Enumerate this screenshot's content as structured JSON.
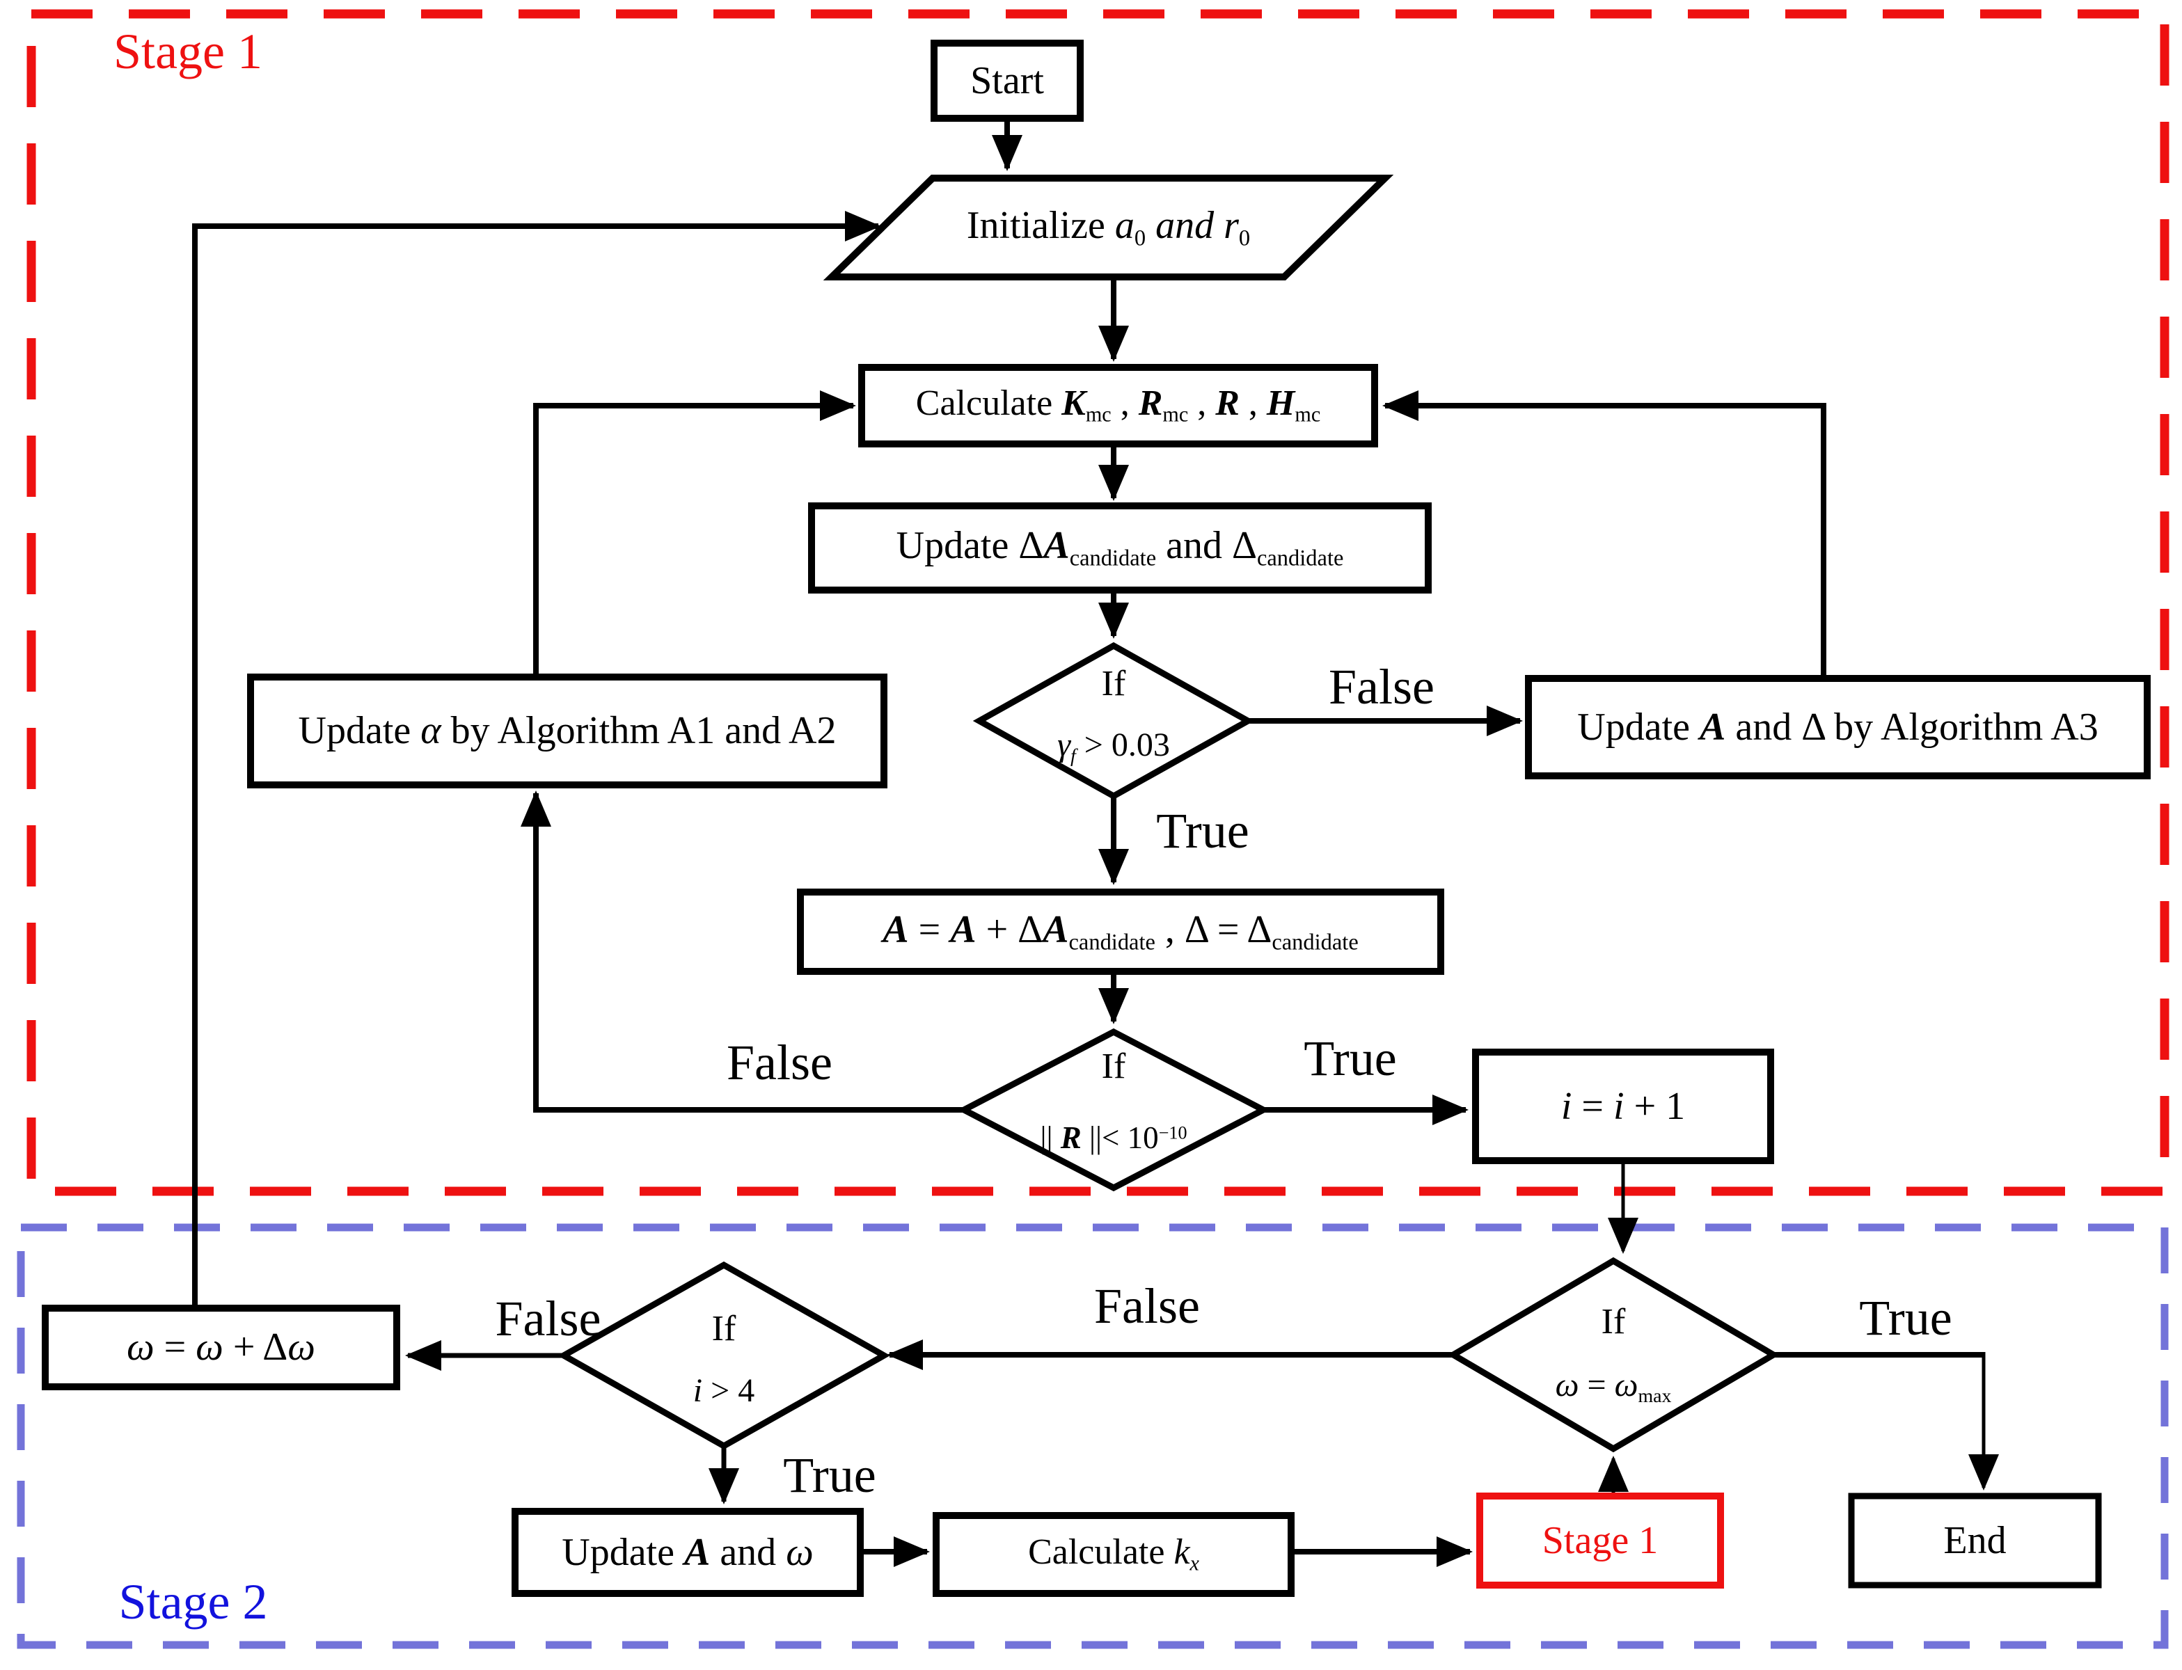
{
  "stage1_label": "Stage 1",
  "stage2_label": "Stage 2",
  "colors": {
    "stage1_border": "#ee1111",
    "stage1_text": "#ee1111",
    "stage2_border": "#7373d9",
    "stage2_text": "#1212dd",
    "line": "#000000",
    "background": "#ffffff"
  },
  "nodes": {
    "start": {
      "label": "Start"
    },
    "init": {
      "parts": [
        {
          "t": "Initialize "
        },
        {
          "t": "a",
          "s": "i"
        },
        {
          "t": "0",
          "s": "sub"
        },
        {
          "t": " and ",
          "s": "i"
        },
        {
          "t": "r",
          "s": "i"
        },
        {
          "t": "0",
          "s": "sub"
        }
      ]
    },
    "calc": {
      "parts": [
        {
          "t": "Calculate "
        },
        {
          "t": "K",
          "s": "bi"
        },
        {
          "t": "mc",
          "s": "sub"
        },
        {
          "t": " , "
        },
        {
          "t": "R",
          "s": "bi"
        },
        {
          "t": "mc",
          "s": "sub"
        },
        {
          "t": " , "
        },
        {
          "t": "R",
          "s": "bi"
        },
        {
          "t": " , "
        },
        {
          "t": "H",
          "s": "bi"
        },
        {
          "t": "mc",
          "s": "sub"
        }
      ]
    },
    "update_candidate": {
      "parts": [
        {
          "t": "Update Δ"
        },
        {
          "t": "A",
          "s": "bi"
        },
        {
          "t": "candidate",
          "s": "sub"
        },
        {
          "t": " and Δ"
        },
        {
          "t": "candidate",
          "s": "sub"
        }
      ]
    },
    "if_gamma": {
      "if_label": "If",
      "cond_parts": [
        {
          "t": "γ",
          "s": "i"
        },
        {
          "t": "f",
          "s": "subi"
        },
        {
          "t": " > 0.03"
        }
      ]
    },
    "algo_a3": {
      "parts": [
        {
          "t": "Update "
        },
        {
          "t": "A",
          "s": "bi"
        },
        {
          "t": " and Δ by Algorithm A3"
        }
      ]
    },
    "update_alpha": {
      "parts": [
        {
          "t": "Update "
        },
        {
          "t": "α",
          "s": "i"
        },
        {
          "t": " by Algorithm A1 and A2"
        }
      ]
    },
    "assign": {
      "parts": [
        {
          "t": "A",
          "s": "bi"
        },
        {
          "t": " = "
        },
        {
          "t": "A",
          "s": "bi"
        },
        {
          "t": " + Δ"
        },
        {
          "t": "A",
          "s": "bi"
        },
        {
          "t": "candidate",
          "s": "sub"
        },
        {
          "t": " , Δ = Δ"
        },
        {
          "t": "candidate",
          "s": "sub"
        }
      ]
    },
    "if_residual": {
      "if_label": "If",
      "cond_parts": [
        {
          "t": "|| "
        },
        {
          "t": "R",
          "s": "bi"
        },
        {
          "t": " ||< 10"
        },
        {
          "t": "−10",
          "s": "sup"
        }
      ]
    },
    "increment": {
      "parts": [
        {
          "t": "i",
          "s": "i"
        },
        {
          "t": " = "
        },
        {
          "t": "i",
          "s": "i"
        },
        {
          "t": " + 1"
        }
      ]
    },
    "if_omega_max": {
      "if_label": "If",
      "cond_parts": [
        {
          "t": "ω",
          "s": "i"
        },
        {
          "t": " = "
        },
        {
          "t": "ω",
          "s": "i"
        },
        {
          "t": "max",
          "s": "sub"
        }
      ]
    },
    "if_i_gt_4": {
      "if_label": "If",
      "cond_parts": [
        {
          "t": "i",
          "s": "i"
        },
        {
          "t": " > 4"
        }
      ]
    },
    "omega_step": {
      "parts": [
        {
          "t": "ω",
          "s": "i"
        },
        {
          "t": " = "
        },
        {
          "t": "ω",
          "s": "i"
        },
        {
          "t": " + Δ"
        },
        {
          "t": "ω",
          "s": "i"
        }
      ]
    },
    "update_a_omega": {
      "parts": [
        {
          "t": "Update "
        },
        {
          "t": "A",
          "s": "bi"
        },
        {
          "t": " and "
        },
        {
          "t": "ω",
          "s": "i"
        }
      ]
    },
    "calc_kx": {
      "parts": [
        {
          "t": "Calculate "
        },
        {
          "t": "k",
          "s": "i"
        },
        {
          "t": "x",
          "s": "subi"
        }
      ]
    },
    "stage1_box": {
      "label": "Stage 1"
    },
    "end": {
      "label": "End"
    }
  },
  "edge_labels": {
    "gamma_false": "False",
    "gamma_true": "True",
    "residual_false": "False",
    "residual_true": "True",
    "omega_false": "False",
    "omega_true": "True",
    "i4_false": "False",
    "i4_true": "True"
  }
}
